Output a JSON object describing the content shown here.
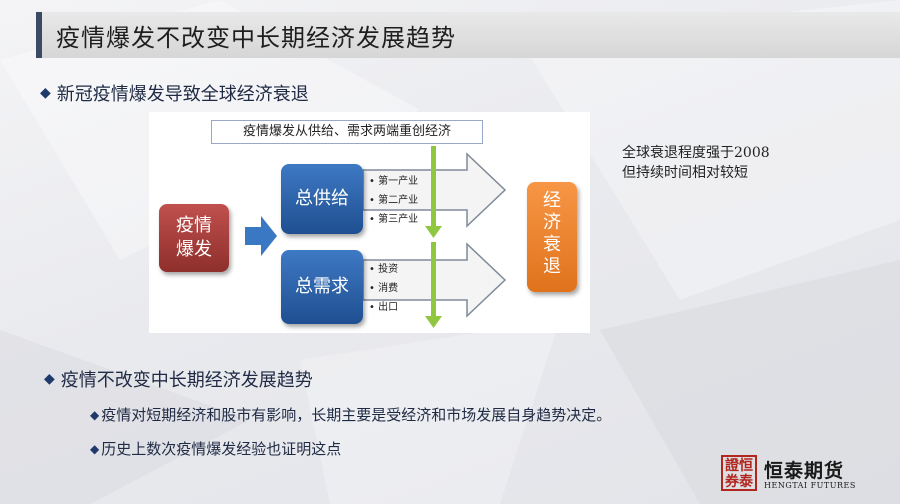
{
  "slide": {
    "title": "疫情爆发不改变中长期经济发展趋势",
    "bullet1": "新冠疫情爆发导致全球经济衰退",
    "bullet2": "疫情不改变中长期经济发展趋势",
    "sub_bullets": [
      "疫情对短期经济和股市有影响，长期主要是受经济和市场发展自身趋势决定。",
      "历史上数次疫情爆发经验也证明这点"
    ],
    "side_note": [
      "全球衰退程度强于2008",
      "但持续时间相对较短"
    ]
  },
  "diagram": {
    "caption": "疫情爆发从供给、需求两端重创经济",
    "outbreak": [
      "疫情",
      "爆发"
    ],
    "supply": "总供给",
    "demand": "总需求",
    "supply_items": [
      "第一产业",
      "第二产业",
      "第三产业"
    ],
    "demand_items": [
      "投资",
      "消费",
      "出口"
    ],
    "result": [
      "经",
      "济",
      "衰",
      "退"
    ],
    "colors": {
      "outbreak": "#c0504d",
      "aggregate": "#2f66ad",
      "result": "#f58a2e",
      "down_arrow": "#8fc740"
    }
  },
  "logo": {
    "seal": [
      "證恒",
      "券泰"
    ],
    "name": "恒泰期货",
    "en": "HENGTAI FUTURES"
  }
}
